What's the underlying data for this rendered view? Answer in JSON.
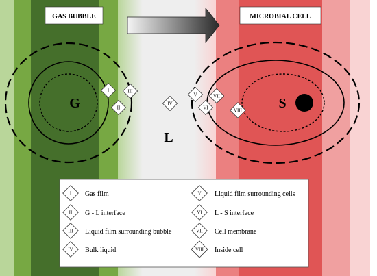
{
  "titles": {
    "left": "GAS BUBBLE",
    "right": "MICROBIAL CELL"
  },
  "letters": {
    "gas": "G",
    "liquid": "L",
    "solid": "S"
  },
  "markers": [
    "I",
    "II",
    "III",
    "IV",
    "V",
    "VI",
    "VII",
    "VIII"
  ],
  "legend": [
    {
      "numeral": "I",
      "label": "Gas film"
    },
    {
      "numeral": "II",
      "label": "G - L interface"
    },
    {
      "numeral": "III",
      "label": "Liquid film surrounding bubble"
    },
    {
      "numeral": "IV",
      "label": "Bulk liquid"
    },
    {
      "numeral": "V",
      "label": "Liquid film surrounding cells"
    },
    {
      "numeral": "VI",
      "label": "L - S interface"
    },
    {
      "numeral": "VII",
      "label": "Cell membrane"
    },
    {
      "numeral": "VIII",
      "label": "Inside cell"
    }
  ],
  "colors": {
    "green_dark": "#456f2b",
    "green_mid": "#77a843",
    "green_light": "#b9d69a",
    "green_pale": "#d3e6bf",
    "bulk_grey": "#eeeeee",
    "red_pale": "#f9d3d3",
    "red_light": "#f0a0a0",
    "red_mid": "#eb8080",
    "red_dark": "#e05555",
    "arrow_dark": "#2a2a2a"
  }
}
